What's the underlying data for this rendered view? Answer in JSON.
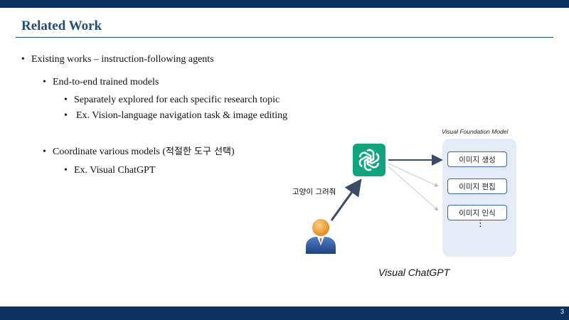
{
  "slide": {
    "title": "Related Work",
    "page_number": "3"
  },
  "bullets": [
    {
      "text": "Existing works – instruction-following agents"
    },
    {
      "text": "End-to-end trained models"
    },
    {
      "text": "Separately explored for each specific research topic"
    },
    {
      "text": "Ex. Vision-language navigation task & image editing"
    },
    {
      "text": "Coordinate various models (",
      "korean": "적절한 도구 선택",
      "suffix": ")"
    },
    {
      "text": "Ex. Visual ChatGPT"
    }
  ],
  "diagram": {
    "panel_title": "Visual Foundation Model",
    "models": [
      "이미지 생성",
      "이미지 편집",
      "이미지 인식"
    ],
    "ellipsis": "⋮",
    "user_request": "고양이 그려줘",
    "caption": "Visual ChatGPT",
    "icons": {
      "assistant": "chatgpt-logo-icon",
      "user": "user-icon"
    },
    "colors": {
      "logo_bg": "#10a37f",
      "panel_bg": "#e4ebf6",
      "box_border": "#3b64a8",
      "arrow": "#3b4a66",
      "bar": "#0d3161",
      "title": "#1f4e79"
    }
  }
}
